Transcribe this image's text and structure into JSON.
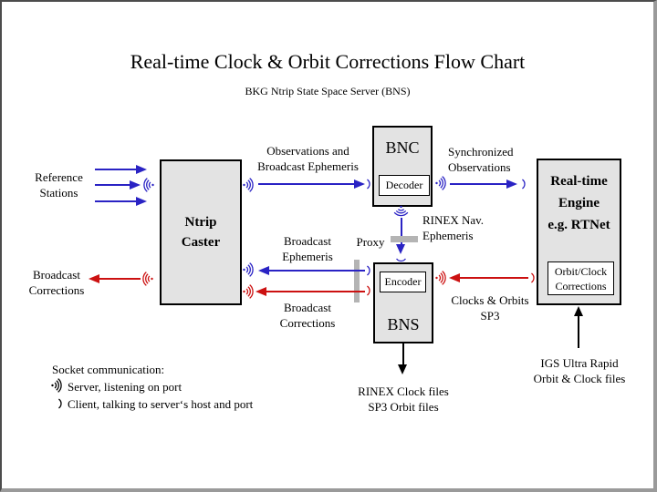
{
  "title": "Real-time Clock & Orbit Corrections Flow Chart",
  "subtitle": "BKG Ntrip State Space Server (BNS)",
  "colors": {
    "blue": "#2a23c4",
    "red": "#cc1111",
    "box_fill": "#e3e3e3",
    "sub_box_fill": "#ffffff",
    "proxy_bar": "#b4b4b4"
  },
  "icons": {
    "server": ")))",
    "client": ")"
  },
  "boxes": {
    "ntrip_caster": {
      "line1": "Ntrip",
      "line2": "Caster"
    },
    "bnc": {
      "title": "BNC",
      "sub": "Decoder"
    },
    "bns": {
      "title": "BNS",
      "sub": "Encoder"
    },
    "engine": {
      "line1": "Real-time",
      "line2": "Engine",
      "line3": "e.g. RTNet",
      "sub_line1": "Orbit/Clock",
      "sub_line2": "Corrections"
    }
  },
  "labels": {
    "reference_stations": {
      "line1": "Reference",
      "line2": "Stations"
    },
    "broadcast_corrections_left": {
      "line1": "Broadcast",
      "line2": "Corrections"
    },
    "observations": {
      "line1": "Observations and",
      "line2": "Broadcast Ephemeris"
    },
    "synchronized": {
      "line1": "Synchronized",
      "line2": "Observations"
    },
    "rinex_nav": {
      "line1": "RINEX Nav.",
      "line2": "Ephemeris"
    },
    "broadcast_ephemeris": {
      "line1": "Broadcast",
      "line2": "Ephemeris"
    },
    "proxy": "Proxy",
    "broadcast_corrections_mid": {
      "line1": "Broadcast",
      "line2": "Corrections"
    },
    "clocks_orbits": {
      "line1": "Clocks & Orbits",
      "line2": "SP3"
    },
    "rinex_clock_files": {
      "line1": "RINEX Clock files",
      "line2": "SP3 Orbit files"
    },
    "igs": {
      "line1": "IGS Ultra Rapid",
      "line2": "Orbit & Clock files"
    }
  },
  "legend": {
    "title": "Socket communication:",
    "server": "Server, listening on port",
    "client": "Client, talking to server‘s host and port"
  }
}
